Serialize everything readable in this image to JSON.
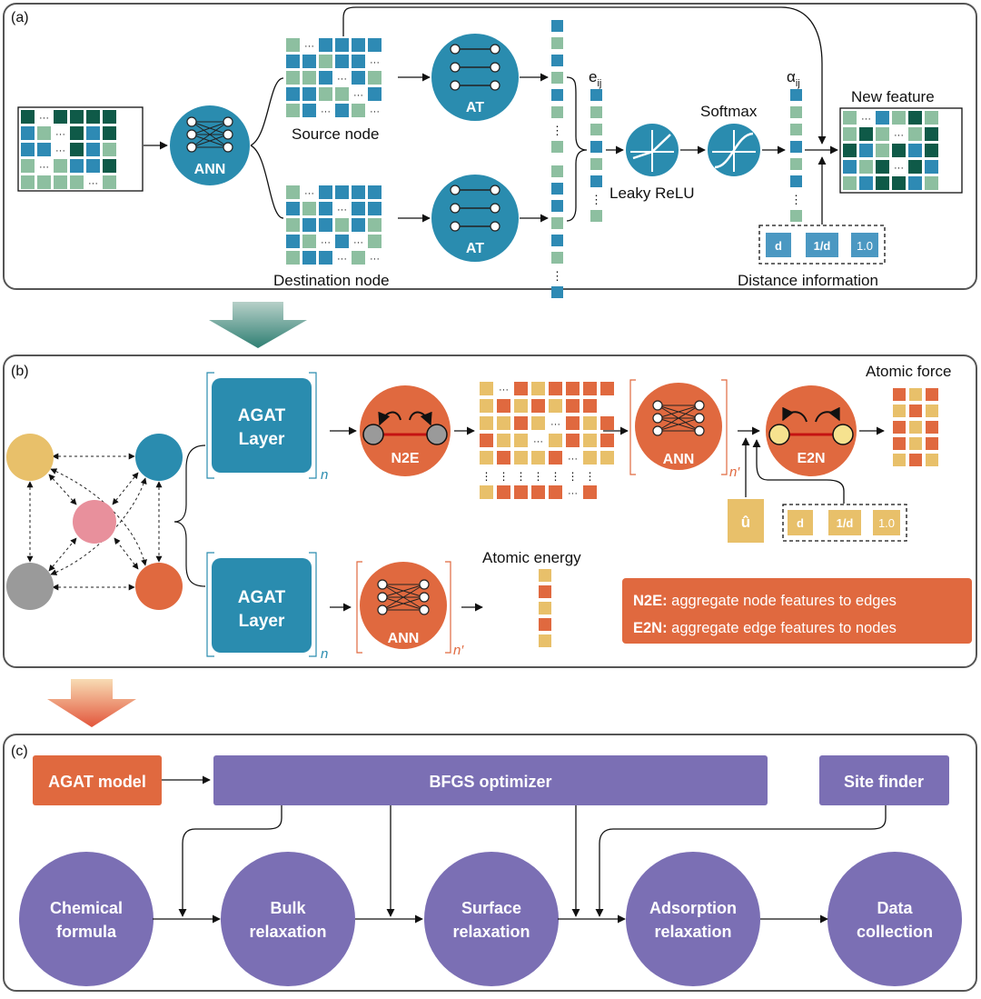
{
  "colors": {
    "teal": "#2a8caf",
    "teal_dark": "#1a6b8a",
    "green_light": "#8dbfa0",
    "green_dark": "#0f5a48",
    "blue_cell": "#2e8ab4",
    "orange": "#e0693f",
    "yellow": "#e8c06a",
    "purple": "#7b6fb4",
    "panel_border": "#555555"
  },
  "panel_a": {
    "label": "(a)",
    "ann": "ANN",
    "at_top": "AT",
    "at_bottom": "AT",
    "source_node": "Source node",
    "destination_node": "Destination node",
    "e_ij": "e",
    "e_ij_sub": "ij",
    "alpha_ij": "α",
    "alpha_ij_sub": "ij",
    "leaky_relu": "Leaky ReLU",
    "softmax": "Softmax",
    "new_feature": "New feature",
    "distance_information": "Distance information",
    "dist_d": "d",
    "dist_inv_d": "1/d",
    "dist_one": "1.0",
    "dots": "···",
    "vdots": "⋮"
  },
  "panel_b": {
    "label": "(b)",
    "agat_layer_top": "AGAT\nLayer",
    "agat_layer_top_l1": "AGAT",
    "agat_layer_top_l2": "Layer",
    "agat_layer_bottom_l1": "AGAT",
    "agat_layer_bottom_l2": "Layer",
    "n_top": "n",
    "n_bottom": "n",
    "n_prime_top": "n′",
    "n_prime_bottom": "n′",
    "n2e": "N2E",
    "e2n": "E2N",
    "ann_top": "ANN",
    "ann_bottom": "ANN",
    "atomic_force": "Atomic force",
    "atomic_energy": "Atomic energy",
    "u_hat": "û",
    "dist_d": "d",
    "dist_inv_d": "1/d",
    "dist_one": "1.0",
    "legend_n2e_key": "N2E:",
    "legend_n2e_text": " aggregate node features to edges",
    "legend_e2n_key": "E2N:",
    "legend_e2n_text": " aggregate edge features to nodes"
  },
  "panel_c": {
    "label": "(c)",
    "agat_model": "AGAT model",
    "bfgs_optimizer": "BFGS optimizer",
    "site_finder": "Site finder",
    "steps": [
      {
        "l1": "Chemical",
        "l2": "formula"
      },
      {
        "l1": "Bulk",
        "l2": "relaxation"
      },
      {
        "l1": "Surface",
        "l2": "relaxation"
      },
      {
        "l1": "Adsorption",
        "l2": "relaxation"
      },
      {
        "l1": "Data",
        "l2": "collection"
      }
    ]
  }
}
